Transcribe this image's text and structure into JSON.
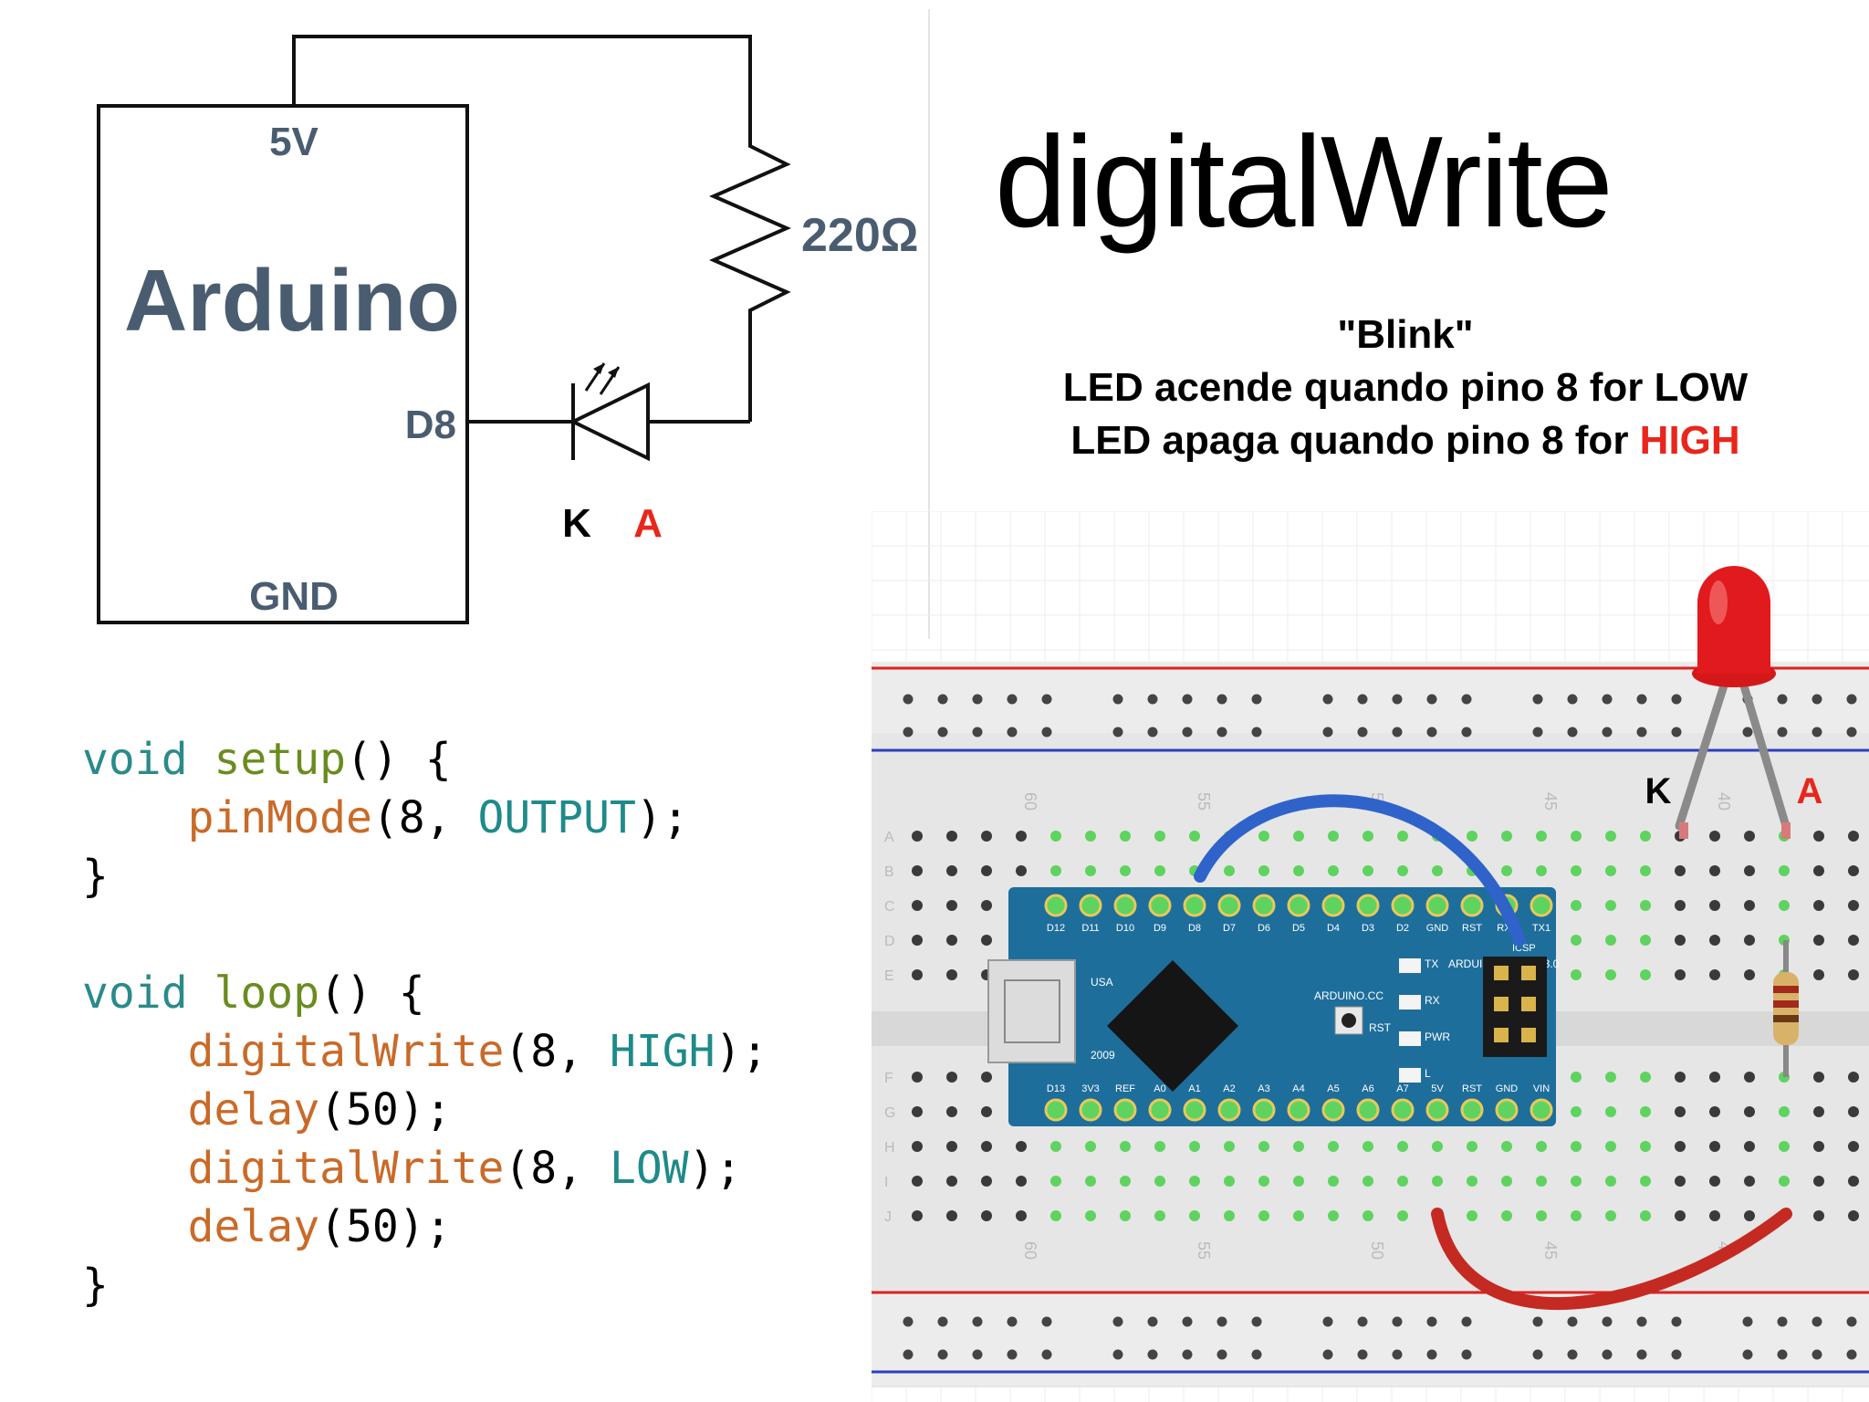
{
  "title": "digitalWrite",
  "description": {
    "line1": "\"Blink\"",
    "line2": "LED acende quando pino 8 for LOW",
    "line3_prefix": "LED apaga quando pino 8 for ",
    "line3_highlight": "HIGH"
  },
  "schematic": {
    "board_label": "Arduino",
    "pin_5v": "5V",
    "pin_d8": "D8",
    "pin_gnd": "GND",
    "resistor_label": "220Ω",
    "cathode_label": "K",
    "anode_label": "A"
  },
  "breadboard": {
    "cathode_label": "K",
    "anode_label": "A",
    "column_numbers": [
      "60",
      "55",
      "50",
      "45",
      "40"
    ],
    "row_letters_top": [
      "A",
      "B",
      "C",
      "D",
      "E"
    ],
    "row_letters_bottom": [
      "F",
      "G",
      "H",
      "I",
      "J"
    ],
    "nano_top_pins": [
      "D12",
      "D11",
      "D10",
      "D9",
      "D8",
      "D7",
      "D6",
      "D5",
      "D4",
      "D3",
      "D2",
      "GND",
      "RST",
      "RX0",
      "TX1"
    ],
    "nano_bottom_pins": [
      "D13",
      "3V3",
      "REF",
      "A0",
      "A1",
      "A2",
      "A3",
      "A4",
      "A5",
      "A6",
      "A7",
      "5V",
      "RST",
      "GND",
      "VIN"
    ],
    "nano_brand": "ARDUINO.CC",
    "nano_model": "ARDUINO NANO V3.0",
    "nano_usa": "USA",
    "nano_year": "2009",
    "nano_rst": "RST",
    "nano_icsp": "ICSP",
    "nano_leds": [
      "TX",
      "RX",
      "PWR",
      "L"
    ]
  },
  "code": {
    "l1_kw": "void",
    "l1_fn": "setup",
    "l1_rest": "() {",
    "l2_fn": "pinMode",
    "l2_a": "(8, ",
    "l2_c": "OUTPUT",
    "l2_b": ");",
    "l3": "}",
    "l5_kw": "void",
    "l5_fn": "loop",
    "l5_rest": "() {",
    "l6_fn": "digitalWrite",
    "l6_a": "(8, ",
    "l6_c": "HIGH",
    "l6_b": ");",
    "l7_fn": "delay",
    "l7_a": "(50);",
    "l8_fn": "digitalWrite",
    "l8_a": "(8, ",
    "l8_c": "LOW",
    "l8_b": ");",
    "l9_fn": "delay",
    "l9_a": "(50);",
    "l10": "}"
  },
  "colors": {
    "accent_red": "#e8261c",
    "wire_blue": "#2f63c9",
    "wire_red": "#c42a22",
    "nano_blue": "#1e6e9c",
    "hole_green": "#5fd35f"
  }
}
